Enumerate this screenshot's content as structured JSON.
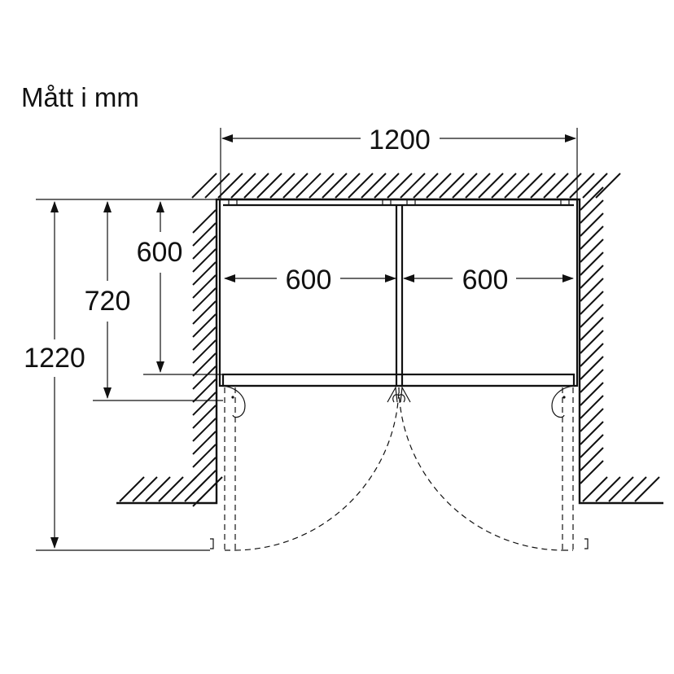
{
  "title": "Mått i mm",
  "dimensions": {
    "total_width": "1200",
    "left_door_width": "600",
    "right_door_width": "600",
    "depth_body": "600",
    "depth_with_doors": "720",
    "depth_doors_open": "1220"
  }
}
